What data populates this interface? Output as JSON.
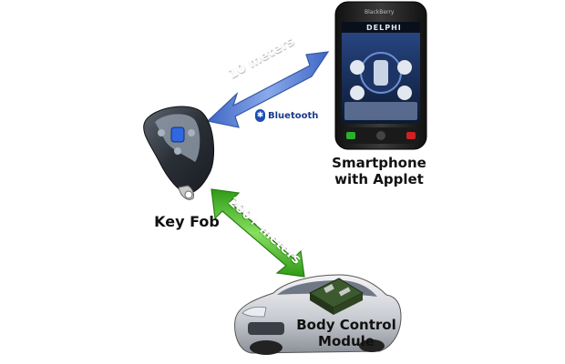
{
  "diagram": {
    "labels": {
      "smartphone": [
        "Smartphone",
        "with Applet"
      ],
      "key_fob": "Key Fob",
      "body_control_module": [
        "Body Control",
        "Module"
      ]
    },
    "links": {
      "phone_fob_distance": "10 meters",
      "fob_car_distance": "200+ meters",
      "bluetooth": "Bluetooth"
    },
    "phone_screen": {
      "brand": "BlackBerry",
      "app_header": "DELPHI"
    },
    "colors": {
      "blue_arrow": "#5a7fd0",
      "green_arrow": "#4fb82e",
      "bluetooth_text": "#1a3a8a"
    }
  }
}
